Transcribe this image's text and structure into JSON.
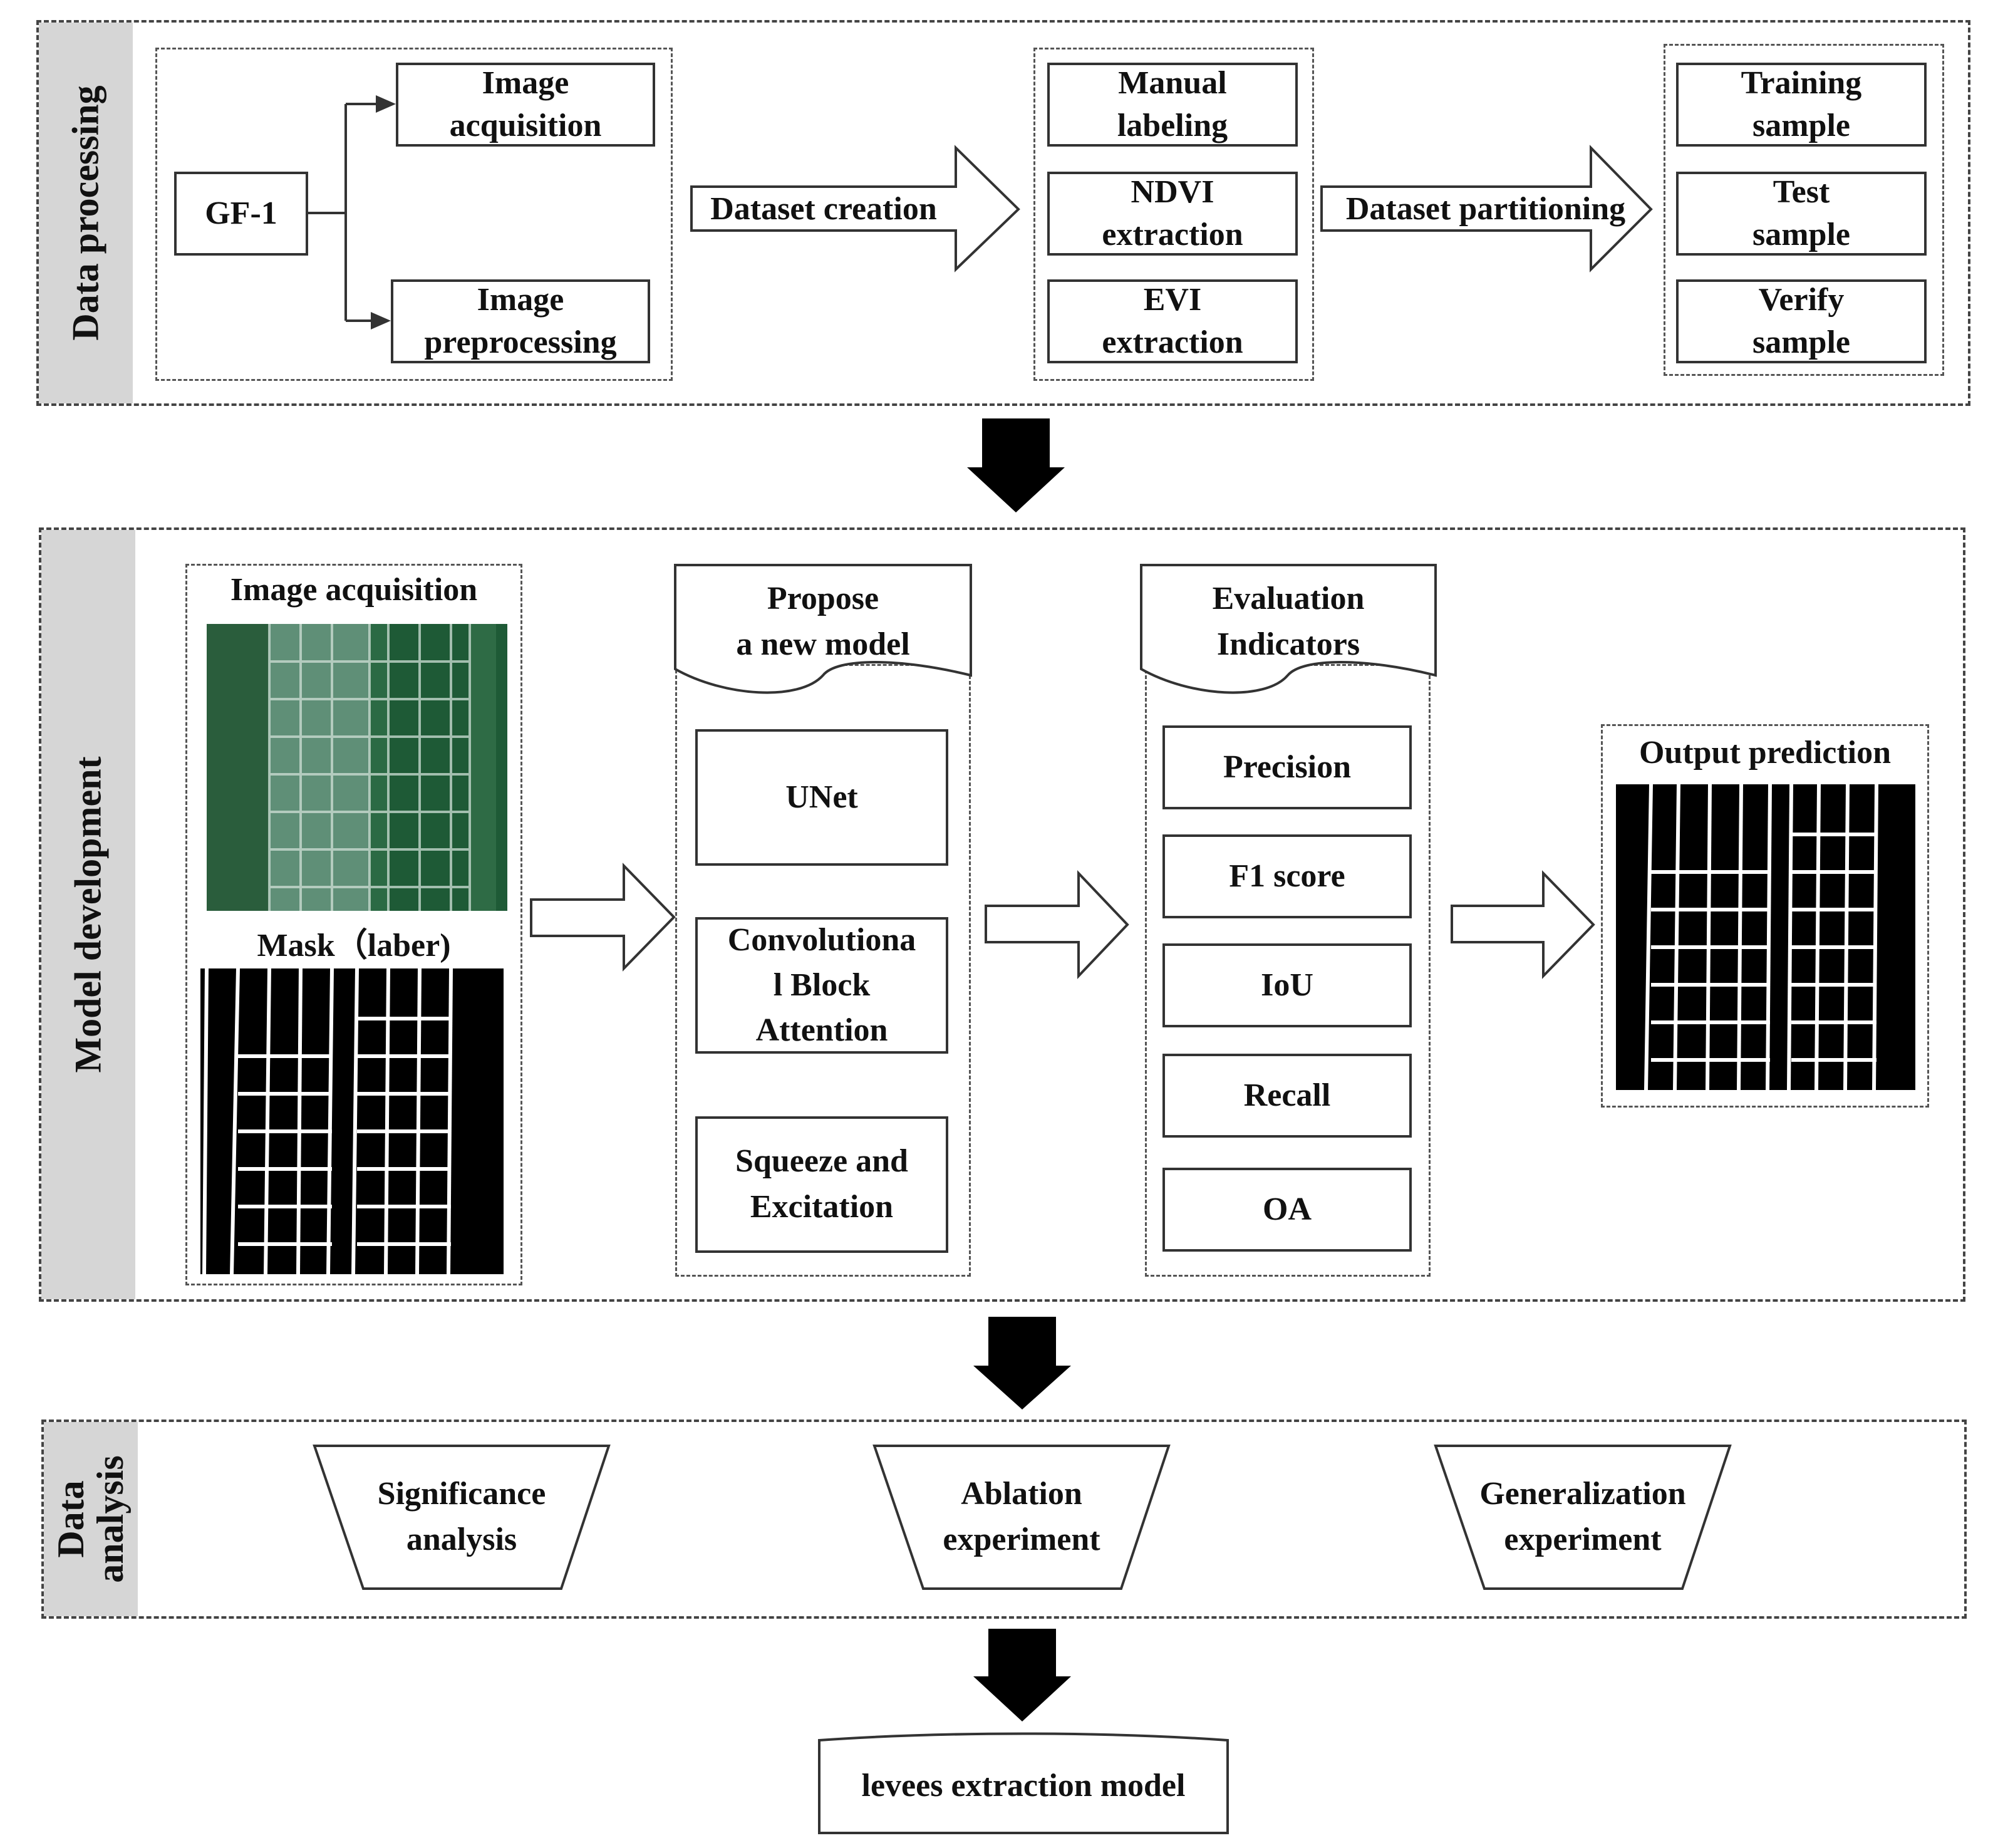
{
  "sections": {
    "data_processing": "Data processing",
    "model_development": "Model development",
    "data_analysis": "Data\nanalysis"
  },
  "data_processing": {
    "source": "GF-1",
    "image_acquisition": "Image\nacquisition",
    "image_preprocessing": "Image\npreprocessing",
    "dataset_creation": "Dataset creation",
    "manual_labeling": "Manual\nlabeling",
    "ndvi_extraction": "NDVI\nextraction",
    "evi_extraction": "EVI\nextraction",
    "dataset_partitioning": "Dataset partitioning",
    "training_sample": "Training\nsample",
    "test_sample": "Test\nsample",
    "verify_sample": "Verify\nsample"
  },
  "model_development": {
    "image_acquisition_title": "Image acquisition",
    "mask_label": "Mask（laber)",
    "propose_model": "Propose\na new model",
    "unet": "UNet",
    "cbam": "Convolutiona\nl Block\nAttention",
    "se": "Squeeze and\nExcitation",
    "evaluation": "Evaluation\nIndicators",
    "precision": "Precision",
    "f1": "F1 score",
    "iou": "IoU",
    "recall": "Recall",
    "oa": "OA",
    "output_prediction": "Output prediction"
  },
  "data_analysis": {
    "significance": "Significance\nanalysis",
    "ablation": "Ablation\nexperiment",
    "generalization": "Generalization\nexperiment"
  },
  "result": "levees extraction model",
  "colors": {
    "sidebar": "#d6d6d6",
    "satellite_green": "#2f6e47",
    "mask_black": "#000000"
  }
}
